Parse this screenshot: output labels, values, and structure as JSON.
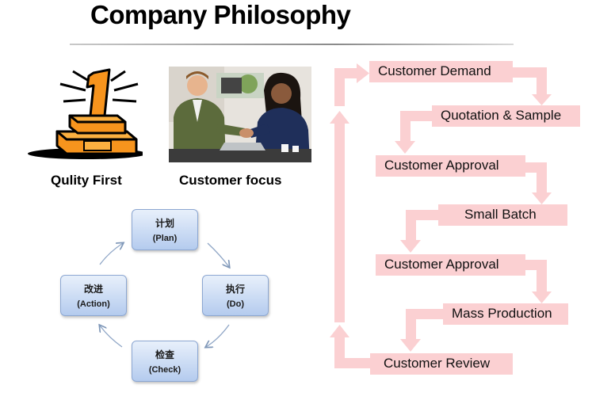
{
  "title": "Company Philosophy",
  "captions": {
    "quality": "Qulity First",
    "focus": "Customer focus"
  },
  "pdca": [
    {
      "zh": "计划",
      "en": "(Plan)"
    },
    {
      "zh": "执行",
      "en": "(Do)"
    },
    {
      "zh": "检查",
      "en": "(Check)"
    },
    {
      "zh": "改进",
      "en": "(Action)"
    }
  ],
  "process": [
    "Customer Demand",
    "Quotation & Sample",
    "Customer Approval",
    "Small Batch",
    "Customer Approval",
    "Mass Production",
    "Customer Review"
  ],
  "colors": {
    "flow": "#fbd0d2",
    "pdca_fill": "#b4cbee",
    "trophy": "#f7941d"
  }
}
